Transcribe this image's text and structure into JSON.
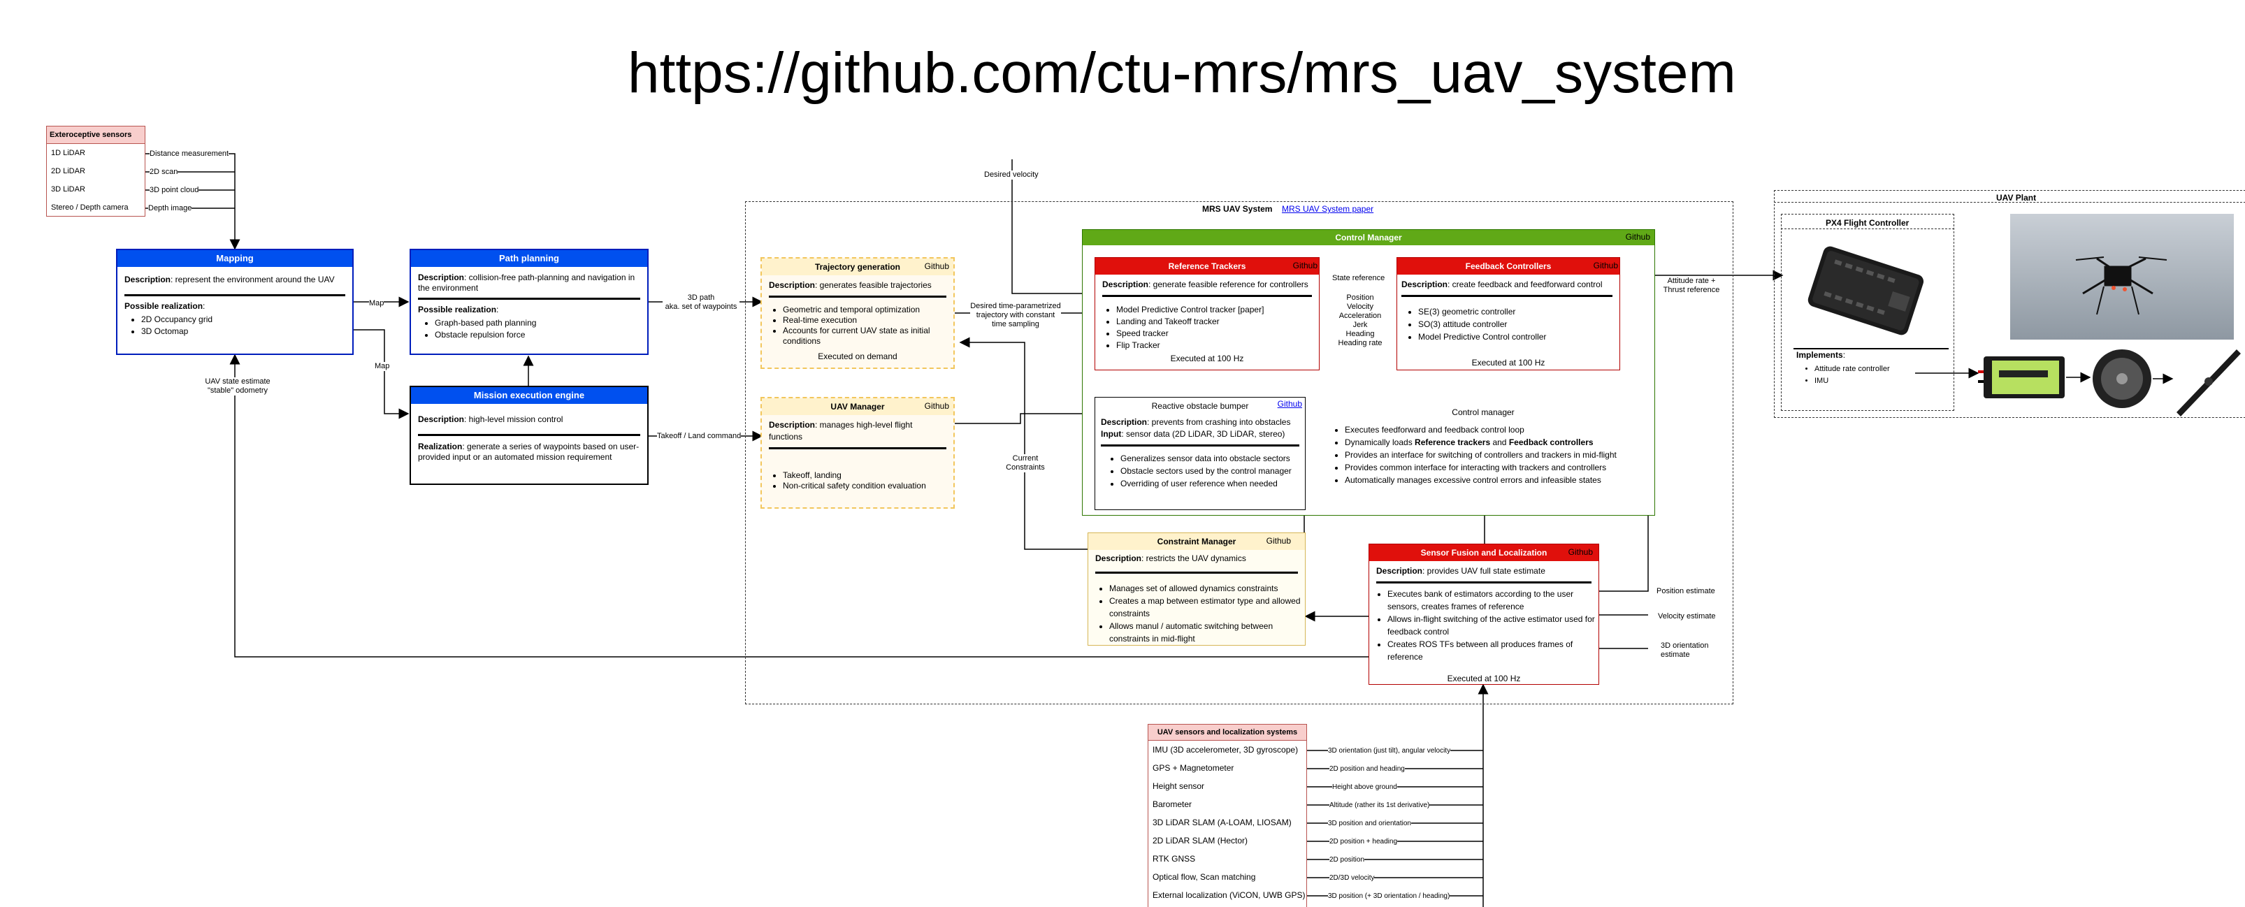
{
  "title": "https://github.com/ctu-mrs/mrs_uav_system",
  "ext_sensors": {
    "header": "Exteroceptive sensors",
    "items": [
      "1D LiDAR",
      "2D LiDAR",
      "3D LiDAR",
      "Stereo / Depth camera"
    ],
    "edges": [
      "Distance measurement",
      "2D scan",
      "3D point cloud",
      "Depth image"
    ]
  },
  "mapping": {
    "header": "Mapping",
    "desc_label": "Description",
    "desc": ": represent the environment around the UAV",
    "real_label": "Possible realization",
    "real_suffix": ":",
    "items": [
      "2D Occupancy grid",
      "3D Octomap"
    ]
  },
  "path_planning": {
    "header": "Path planning",
    "desc_label": "Description",
    "desc": ": collision-free path-planning and navigation in the environment",
    "real_label": "Possible realization",
    "real_suffix": ":",
    "items": [
      "Graph-based path planning",
      "Obstacle repulsion force"
    ]
  },
  "mission": {
    "header": "Mission execution engine",
    "desc_label": "Description",
    "desc": ": high-level mission control",
    "real_label": "Realization",
    "real": ": generate a series of waypoints based on user-provided input or an automated mission requirement"
  },
  "edges": {
    "map1": "Map",
    "map2": "Map",
    "odom": "UAV state estimate\n\"stable\" odometry",
    "path3d": "3D path\naka. set of waypoints",
    "takeoff": "Takeoff / Land command",
    "desired_vel": "Desired velocity",
    "desired_traj": "Desired time-parametrized\ntrajectory with constant\ntime sampling",
    "current_constraints": "Current\nConstraints",
    "state_ref": "State reference",
    "state_list": "Position\nVelocity\nAcceleration\nJerk\nHeading\nHeading rate",
    "att_rate": "Attitude rate +\nThrust reference",
    "pos_est": "Position estimate",
    "vel_est": "Velocity estimate",
    "ori_est": "3D orientation\nestimate"
  },
  "mrs_system": {
    "title": "MRS UAV System",
    "paper_link": "MRS UAV System paper"
  },
  "trajectory": {
    "header": "Trajectory generation",
    "github": "Github",
    "desc_label": "Description",
    "desc": ": generates feasible trajectories",
    "items": [
      "Geometric and temporal optimization",
      "Real-time execution",
      "Accounts for current UAV state as initial conditions"
    ],
    "footer": "Executed on demand"
  },
  "uav_manager": {
    "header": "UAV Manager",
    "github": "Github",
    "desc_label": "Description",
    "desc": ": manages high-level flight functions",
    "items": [
      "Takeoff, landing",
      "Non-critical safety condition evaluation"
    ]
  },
  "control_manager": {
    "header": "Control Manager",
    "github": "Github",
    "title2": "Control manager",
    "items": [
      {
        "pre": "Executes feedforward and feedback control loop",
        "b1": "",
        "mid": "",
        "b2": ""
      },
      {
        "pre": "Dynamically loads ",
        "b1": "Reference trackers",
        "mid": " and ",
        "b2": "Feedback controllers"
      },
      {
        "pre": "Provides an interface for switching of controllers and trackers in mid-flight",
        "b1": "",
        "mid": "",
        "b2": ""
      },
      {
        "pre": "Provides common interface for interacting with trackers and controllers",
        "b1": "",
        "mid": "",
        "b2": ""
      },
      {
        "pre": "Automatically manages excessive control errors and infeasible states",
        "b1": "",
        "mid": "",
        "b2": ""
      }
    ]
  },
  "trackers": {
    "header": "Reference Trackers",
    "github": "Github",
    "desc_label": "Description",
    "desc": ": generate feasible reference for controllers",
    "items": [
      "Model Predictive Control tracker [paper]",
      "Landing and Takeoff tracker",
      "Speed tracker",
      "Flip Tracker"
    ],
    "footer": "Executed at 100 Hz"
  },
  "controllers": {
    "header": "Feedback Controllers",
    "github": "Github",
    "desc_label": "Description",
    "desc": ": create feedback and feedforward control",
    "items": [
      "SE(3) geometric controller",
      "SO(3) attitude controller",
      "Model Predictive Control controller"
    ],
    "footer": "Executed at 100 Hz"
  },
  "bumper": {
    "header": "Reactive obstacle bumper",
    "github": "Github",
    "desc_label": "Description",
    "desc": ": prevents from crashing into obstacles",
    "input_label": "Input",
    "input": ": sensor data (2D LiDAR, 3D LiDAR, stereo)",
    "items": [
      "Generalizes sensor data into obstacle sectors",
      "Obstacle sectors used by the control manager",
      "Overriding of user reference when needed"
    ]
  },
  "constraint": {
    "header": "Constraint Manager",
    "github": "Github",
    "desc_label": "Description",
    "desc": ": restricts the UAV dynamics",
    "items": [
      "Manages set of allowed dynamics constraints",
      "Creates a map between estimator type and allowed constraints",
      "Allows manul / automatic switching between constraints in mid-flight"
    ]
  },
  "fusion": {
    "header": "Sensor Fusion and Localization",
    "github": "Github",
    "desc_label": "Description",
    "desc": ": provides UAV full state estimate",
    "items": [
      "Executes bank of estimators according to the user sensors, creates frames of reference",
      "Allows in-flight switching of the active estimator used for feedback control",
      "Creates ROS TFs between all produces frames of reference"
    ],
    "footer": "Executed at 100 Hz"
  },
  "uav_plant": {
    "title": "UAV Plant",
    "px4_title": "PX4 Flight Controller",
    "implements_label": "Implements",
    "implements_suffix": ":",
    "items": [
      "Attitude rate controller",
      "IMU"
    ]
  },
  "uav_sensors": {
    "header": "UAV sensors and localization systems",
    "items": [
      "IMU (3D accelerometer, 3D gyroscope)",
      "GPS + Magnetometer",
      "Height sensor",
      "Barometer",
      "3D LiDAR SLAM (A-LOAM, LIOSAM)",
      "2D LiDAR SLAM (Hector)",
      "RTK GNSS",
      "Optical flow, Scan matching",
      "External localization (ViCON, UWB GPS)"
    ],
    "edges": [
      "3D orientation (just tilt), angular velocity",
      "2D position and heading",
      "Height above ground",
      "Altitude (rather its 1st derivative)",
      "3D position and orientation",
      "2D position + heading",
      "2D position",
      "2D/3D velocity",
      "3D position (+ 3D orientation / heading)"
    ]
  },
  "colors": {
    "blue": "#0050ef",
    "red": "#e0100c",
    "green": "#60a917",
    "pink": "#f8cecc",
    "yellow_border": "#f2c65c"
  }
}
